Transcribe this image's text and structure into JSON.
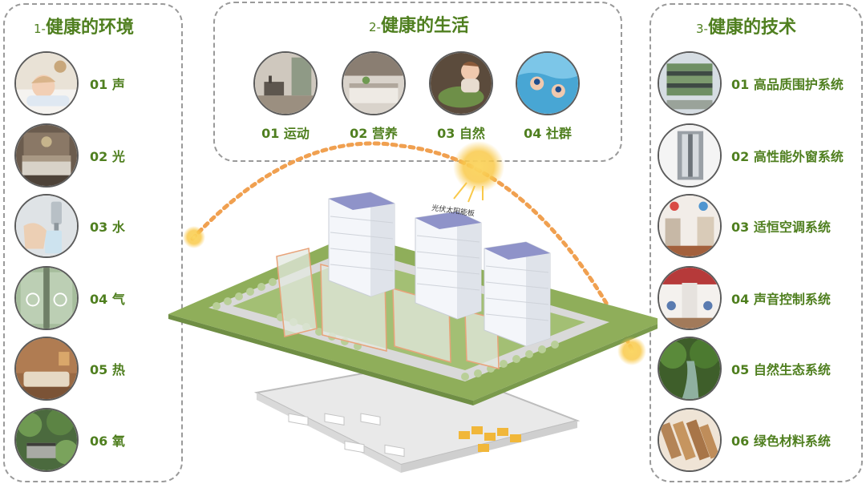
{
  "left": {
    "title_num": "1-",
    "title": "健康的环境",
    "items": [
      {
        "label": "01 声",
        "icon": "sleeping-child-icon"
      },
      {
        "label": "02 光",
        "icon": "bedroom-light-icon"
      },
      {
        "label": "03 水",
        "icon": "water-glass-icon"
      },
      {
        "label": "04 气",
        "icon": "air-window-icon"
      },
      {
        "label": "05 热",
        "icon": "warm-room-icon"
      },
      {
        "label": "06 氧",
        "icon": "garden-oxygen-icon"
      }
    ]
  },
  "middle": {
    "title_num": "2-",
    "title": "健康的生活",
    "items": [
      {
        "label": "01 运动",
        "icon": "gym-room-icon"
      },
      {
        "label": "02 营养",
        "icon": "kitchen-icon"
      },
      {
        "label": "03 自然",
        "icon": "child-planting-icon"
      },
      {
        "label": "04 社群",
        "icon": "swimming-kids-icon"
      }
    ]
  },
  "right": {
    "title_num": "3-",
    "title": "健康的技术",
    "items": [
      {
        "label": "01 高品质围护系统",
        "icon": "building-facade-icon"
      },
      {
        "label": "02 高性能外窗系统",
        "icon": "window-frame-icon"
      },
      {
        "label": "03 适恒空调系统",
        "icon": "air-conditioning-icon"
      },
      {
        "label": "04 声音控制系统",
        "icon": "sound-control-icon"
      },
      {
        "label": "05 自然生态系统",
        "icon": "forest-stream-icon"
      },
      {
        "label": "06 绿色材料系统",
        "icon": "wood-material-icon"
      }
    ]
  },
  "center": {
    "solar_label": "光伏太阳能板",
    "colors": {
      "sun": "#f9c94a",
      "arc": "#f0a050",
      "grass": "#8fae5a",
      "road": "#d9d9d9",
      "tower": "#f4f6fa"
    }
  }
}
